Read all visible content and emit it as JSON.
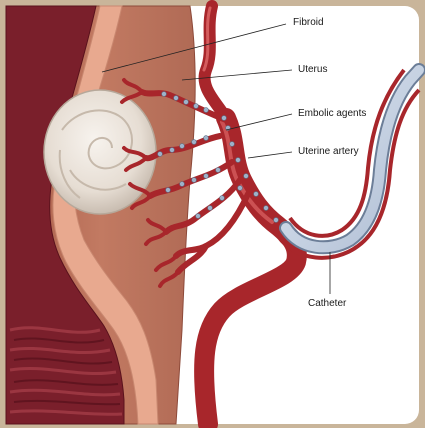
{
  "labels": {
    "fibroid": "Fibroid",
    "uterus": "Uterus",
    "embolic_agents": "Embolic agents",
    "uterine_artery": "Uterine artery",
    "catheter": "Catheter"
  },
  "colors": {
    "frame": "#c9b59a",
    "background": "#ffffff",
    "uterine_wall": "#b86e58",
    "uterine_lining": "#e8a98f",
    "cavity": "#7a1f2b",
    "fibroid": "#ece6df",
    "artery": "#a8262b",
    "catheter": "#c7d3e4",
    "embolic_particles": "#9fb2c9"
  }
}
